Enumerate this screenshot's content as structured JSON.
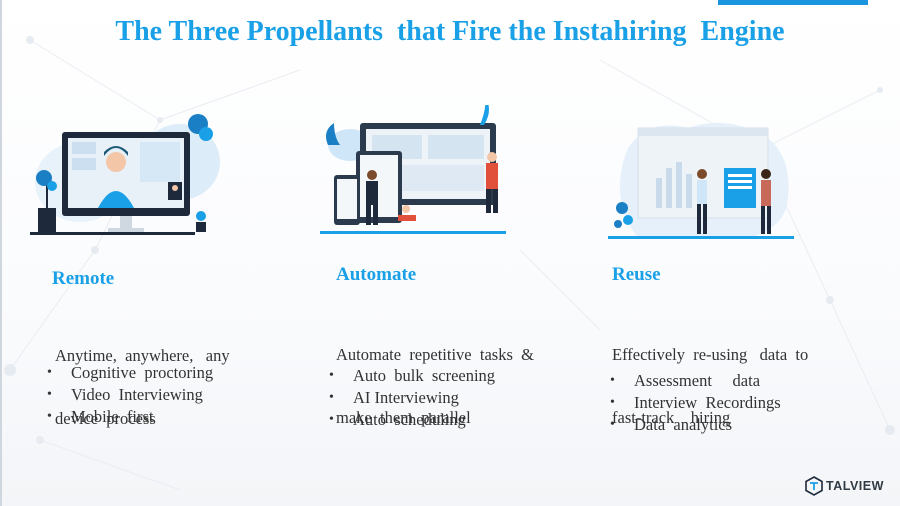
{
  "title": "The Three Propellants  that Fire the Instahiring  Engine",
  "columns": [
    {
      "heading": "Remote",
      "description": [
        "Anytime,  anywhere,   any",
        "device  process"
      ],
      "bullets": [
        "Cognitive  proctoring",
        "Video  Interviewing",
        "Mobile  first"
      ],
      "illustration": "video-call-monitor-illustration"
    },
    {
      "heading": "Automate",
      "description": [
        "Automate  repetitive  tasks  &",
        "make  them  parallel"
      ],
      "bullets": [
        "Auto  bulk  screening",
        "AI Interviewing",
        "Auto  scheduling"
      ],
      "illustration": "multi-device-team-illustration"
    },
    {
      "heading": "Reuse",
      "description": [
        "Effectively  re-using   data  to",
        "fast-track    hiring"
      ],
      "bullets": [
        "Assessment     data",
        "Interview  Recordings",
        "Data  analytics"
      ],
      "illustration": "data-dashboard-illustration"
    }
  ],
  "bullet_glyph": "•",
  "logo": {
    "text": "TALVIEW",
    "icon": "talview-hexagon-logo-icon"
  },
  "colors": {
    "accent": "#1aa0e6",
    "dark_navy": "#1e2a3c",
    "light_blue": "#cfe6f8",
    "body_text": "#333333"
  }
}
